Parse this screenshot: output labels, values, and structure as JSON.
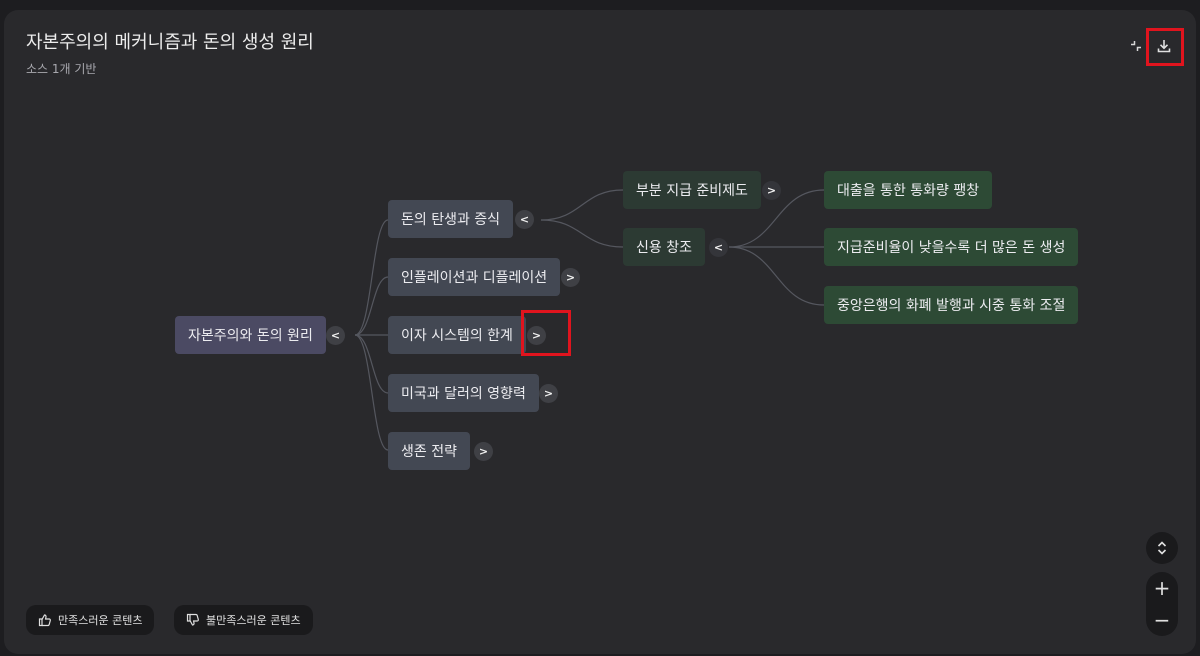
{
  "header": {
    "title": "자본주의의 메커니즘과 돈의 생성 원리",
    "subtitle": "소스 1개 기반"
  },
  "icons": {
    "collapse": "collapse-arrows-icon",
    "download": "download-icon",
    "thumbs_up": "thumbs-up-icon",
    "thumbs_down": "thumbs-down-icon",
    "fit": "expand-vertical-icon"
  },
  "mindmap": {
    "root": {
      "label": "자본주의와 돈의 원리",
      "toggle": "<"
    },
    "level1": [
      {
        "label": "돈의 탄생과 증식",
        "toggle": "<"
      },
      {
        "label": "인플레이션과 디플레이션",
        "toggle": ">"
      },
      {
        "label": "이자 시스템의 한계",
        "toggle": ">"
      },
      {
        "label": "미국과 달러의 영향력",
        "toggle": ">"
      },
      {
        "label": "생존 전략",
        "toggle": ">"
      }
    ],
    "level2": [
      {
        "label": "부분 지급 준비제도",
        "toggle": ">"
      },
      {
        "label": "신용 창조",
        "toggle": "<"
      }
    ],
    "level3": [
      {
        "label": "대출을 통한 통화량 팽창"
      },
      {
        "label": "지급준비율이 낮을수록 더 많은 돈 생성"
      },
      {
        "label": "중앙은행의 화폐 발행과 시중 통화 조절"
      }
    ]
  },
  "feedback": {
    "positive": "만족스러운 콘텐츠",
    "negative": "불만족스러운 콘텐츠"
  },
  "zoom": {
    "in": "+",
    "out": "−"
  },
  "colors": {
    "highlight": "#e0141e",
    "root_node": "#4b4a63",
    "level1_node": "#434853",
    "level2_node": "#2c3a33",
    "level3_node": "#2d4a35"
  }
}
